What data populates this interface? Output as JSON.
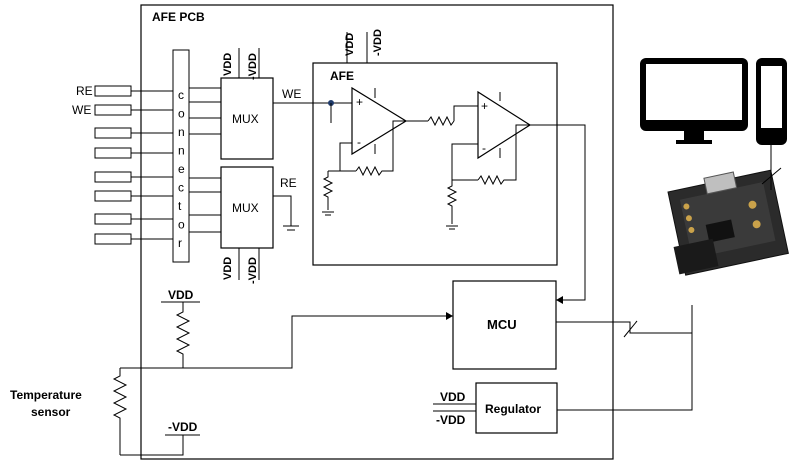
{
  "pcb": {
    "title": "AFE PCB"
  },
  "afe": {
    "title": "AFE"
  },
  "connector": {
    "letters": [
      "c",
      "o",
      "n",
      "n",
      "e",
      "c",
      "t",
      "o",
      "r"
    ]
  },
  "signals": {
    "re": "RE",
    "we": "WE",
    "we_out": "WE",
    "re_out": "RE"
  },
  "mux": {
    "top_label": "MUX",
    "bottom_label": "MUX"
  },
  "supplies": {
    "vdd": "VDD",
    "neg_vdd": "-VDD"
  },
  "opamp": {
    "plus": "+",
    "minus": "-"
  },
  "mcu": {
    "label": "MCU"
  },
  "regulator": {
    "label": "Regulator",
    "vdd": "VDD",
    "neg_vdd": "-VDD"
  },
  "temperature": {
    "line1": "Temperature",
    "line2": "sensor"
  }
}
